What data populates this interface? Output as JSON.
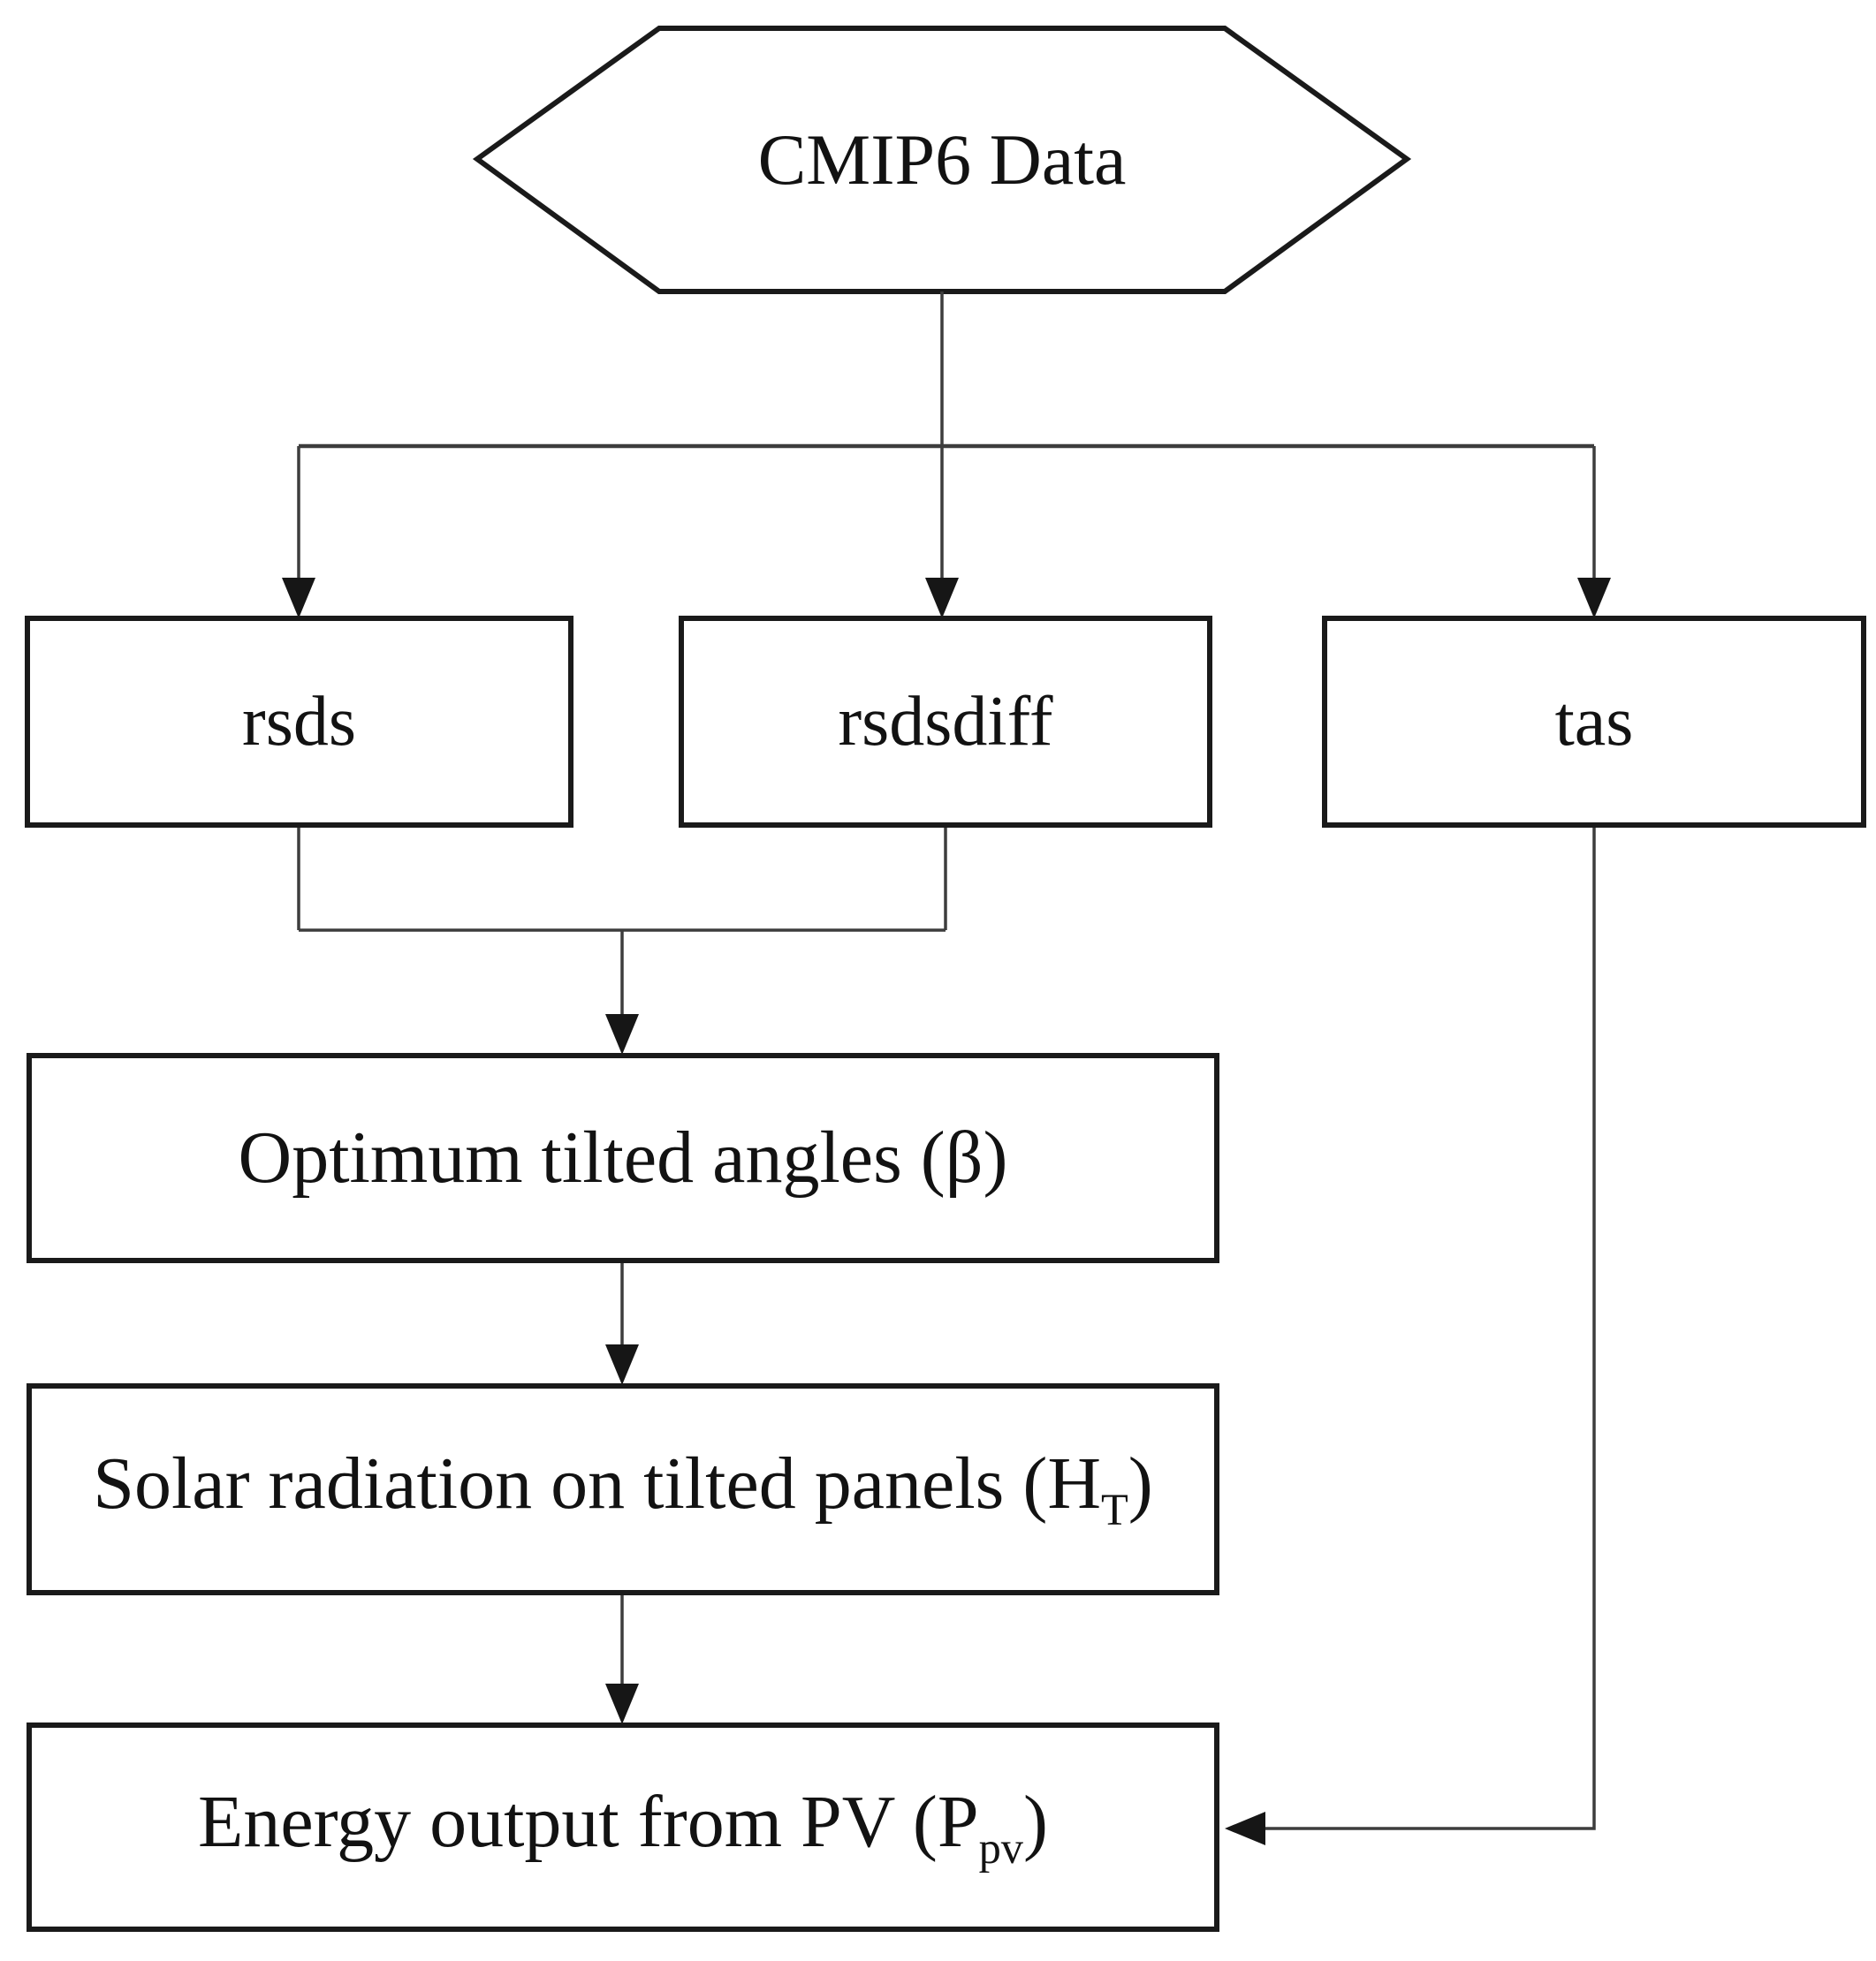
{
  "figure": {
    "type": "flowchart",
    "background_color": "#ffffff",
    "line_color": "#3d3d3d",
    "border_color": "#1a1a1a",
    "text_color": "#121212"
  },
  "nodes": {
    "source": {
      "label": "CMIP6 Data",
      "shape": "hexagon"
    },
    "variables": [
      {
        "label": "rsds"
      },
      {
        "label": "rsdsdiff"
      },
      {
        "label": "tas"
      }
    ],
    "optimum": {
      "text": "Optimum tilted angles (β)"
    },
    "solar": {
      "text": "Solar radiation on tilted panels (H",
      "sub": "T",
      "suffix": ")"
    },
    "energy": {
      "text": "Energy output from PV (P",
      "sub": "pv",
      "suffix": ")"
    }
  },
  "edges": [
    {
      "from": "CMIP6 Data",
      "to": "rsds"
    },
    {
      "from": "CMIP6 Data",
      "to": "rsdsdiff"
    },
    {
      "from": "CMIP6 Data",
      "to": "tas"
    },
    {
      "from": "rsds",
      "to": "merge-junction"
    },
    {
      "from": "rsdsdiff",
      "to": "merge-junction"
    },
    {
      "from": "merge-junction",
      "to": "Optimum tilted angles (β)"
    },
    {
      "from": "Optimum tilted angles (β)",
      "to": "Solar radiation on tilted panels (H_T)"
    },
    {
      "from": "Solar radiation on tilted panels (H_T)",
      "to": "Energy output from PV (P_pv)"
    },
    {
      "from": "tas",
      "to": "Energy output from PV (P_pv)"
    }
  ]
}
